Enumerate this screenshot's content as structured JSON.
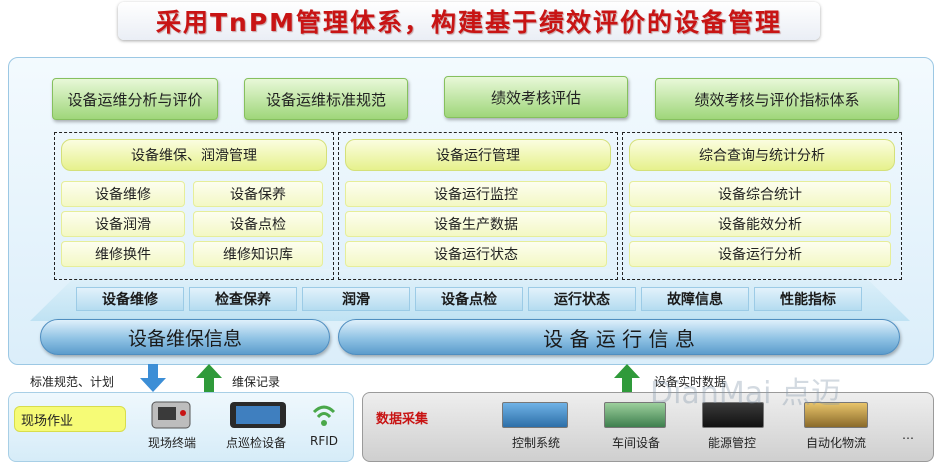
{
  "title": "采用TnPM管理体系，构建基于绩效评价的设备管理",
  "top_buttons": [
    "设备运维分析与评价",
    "设备运维标准规范",
    "绩效考核评估",
    "绩效考核与评价指标体系"
  ],
  "groups": [
    {
      "head": "设备维保、润滑管理",
      "cells": [
        "设备维修",
        "设备保养",
        "设备润滑",
        "设备点检",
        "维修换件",
        "维修知识库"
      ]
    },
    {
      "head": "设备运行管理",
      "cells": [
        "设备运行监控",
        "设备生产数据",
        "设备运行状态"
      ]
    },
    {
      "head": "综合查询与统计分析",
      "cells": [
        "设备综合统计",
        "设备能效分析",
        "设备运行分析"
      ]
    }
  ],
  "tabs": [
    "设备维修",
    "检查保养",
    "润滑",
    "设备点检",
    "运行状态",
    "故障信息",
    "性能指标"
  ],
  "pills": [
    "设备维保信息",
    "设 备 运 行 信 息"
  ],
  "arrows": {
    "down_label": "标准规范、计划",
    "up_label": "维保记录",
    "right_up_label": "设备实时数据"
  },
  "field": {
    "tag": "现场作业",
    "devices": [
      "现场终端",
      "点巡检设备",
      "RFID"
    ]
  },
  "collect": {
    "tag": "数据采集",
    "devices": [
      "控制系统",
      "车间设备",
      "能源管控",
      "自动化物流",
      "…"
    ]
  },
  "watermark": "DianMai 点迈",
  "colors": {
    "title_red": "#c81414",
    "green_button": "#9fd67a",
    "yellow_cell": "#f3f8c4",
    "blue_pill": "#8fc2e4",
    "arrow_blue": "#3c8ed6",
    "arrow_green": "#2f9a3a"
  },
  "icons": [
    "arrow-down-icon",
    "arrow-up-icon",
    "terminal-icon",
    "tablet-icon",
    "rfid-icon"
  ]
}
